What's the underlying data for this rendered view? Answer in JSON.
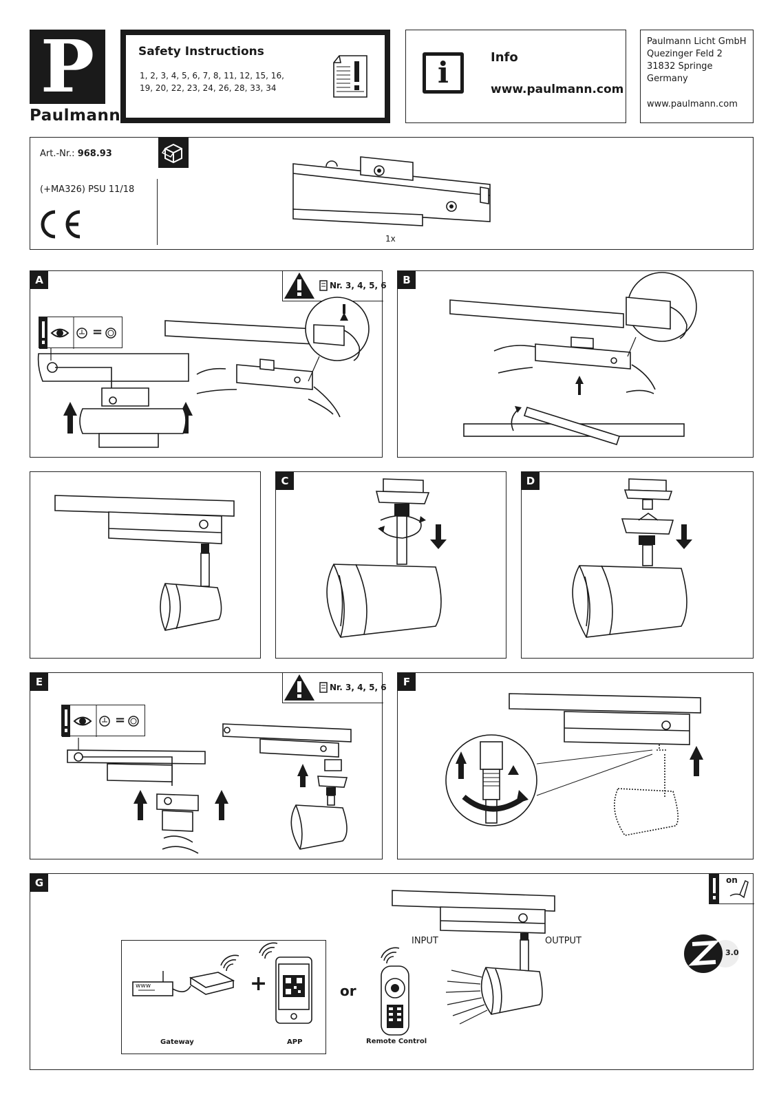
{
  "brand": {
    "name": "Paulmann",
    "letter": "P"
  },
  "safety": {
    "title": "Safety Instructions",
    "line1": "1, 2, 3, 4, 5, 6, 7, 8, 11, 12, 15, 16,",
    "line2": "19, 20, 22, 23, 24, 26, 28, 33, 34"
  },
  "info": {
    "label": "Info",
    "url": "www.paulmann.com",
    "icon_letter": "i"
  },
  "address": {
    "lines": [
      "Paulmann Licht GmbH",
      "Quezinger Feld 2",
      "31832 Springe",
      "Germany"
    ],
    "web": "www.paulmann.com"
  },
  "product": {
    "art_label": "Art.-Nr.:",
    "art_number": "968.93",
    "variant": "(+MA326) PSU 11/18",
    "ce_mark": "CE",
    "quantity": "1x"
  },
  "steps": {
    "a": {
      "label": "A",
      "ref": "Nr. 3, 4, 5, 6",
      "eq": "="
    },
    "b": {
      "label": "B"
    },
    "c": {
      "label": "C"
    },
    "d": {
      "label": "D"
    },
    "e": {
      "label": "E",
      "ref": "Nr. 3, 4, 5, 6",
      "eq": "="
    },
    "f": {
      "label": "F"
    },
    "g": {
      "label": "G",
      "input": "INPUT",
      "output": "OUTPUT",
      "or": "or",
      "gateway": "Gateway",
      "app": "APP",
      "remote": "Remote Control",
      "www": "www",
      "on": "on",
      "zigbee_version": "3.0"
    }
  }
}
